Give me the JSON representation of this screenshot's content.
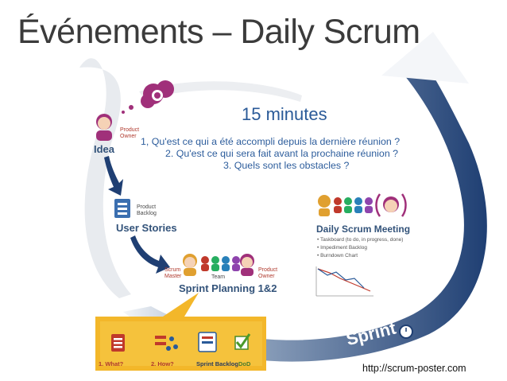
{
  "title": "Événements – Daily Scrum",
  "timebox": "15 minutes",
  "questions": [
    "1, Qu'est ce qui a été accompli depuis la dernière réunion ?",
    "2. Qu'est ce qui sera fait avant la prochaine réunion ?",
    "3. Quels sont les obstacles ?"
  ],
  "poster": {
    "idea": {
      "label": "Idea",
      "role": "Product\nOwner"
    },
    "user_stories": {
      "label": "User Stories",
      "artifact": "Product\nBacklog"
    },
    "sprint_planning": {
      "label": "Sprint Planning 1&2",
      "scrum_master": "Scrum\nMaster",
      "team": "Team",
      "product_owner": "Product\nOwner"
    },
    "planning_steps": [
      "1. What?",
      "2. How?",
      "Sprint Backlog",
      "DoD"
    ],
    "daily_scrum": {
      "label": "Daily Scrum Meeting",
      "bullets": [
        "• Taskboard (to do, in progress, done)",
        "• Impediment Backlog",
        "• Burndown Chart"
      ]
    },
    "sprint": "Sprint"
  },
  "source_url": "http://scrum-poster.com",
  "colors": {
    "title": "#3b3b3b",
    "accent_blue": "#2a5a98",
    "arrow_dark": "#1f3f73",
    "arrow_light": "#d8dde4",
    "magenta": "#a0307a",
    "sprint_backlog": "#f3b72a"
  }
}
